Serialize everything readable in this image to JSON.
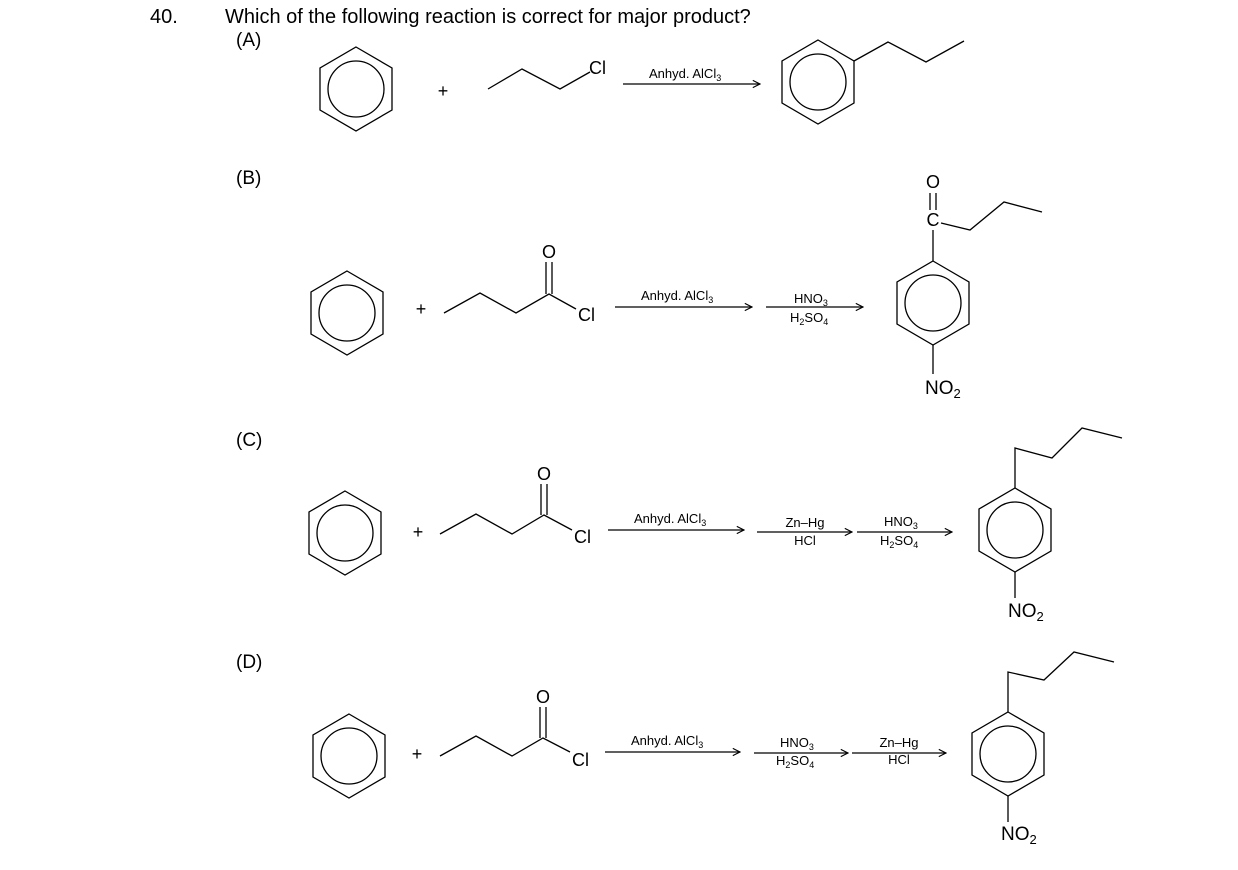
{
  "question": {
    "number": "40.",
    "text": "Which of the following reaction is correct for major product?"
  },
  "options": {
    "a": "(A)",
    "b": "(B)",
    "c": "(C)",
    "d": "(D)"
  },
  "chem": {
    "plus": "+",
    "cl": "Cl",
    "o": "O",
    "c": "C",
    "reagent_alcl3": "Anhyd. AlCl",
    "sub_3": "3",
    "hno": "HNO",
    "h": "H",
    "sub_2": "2",
    "so": "SO",
    "sub_4": "4",
    "znhg": "Zn–Hg",
    "hcl": "HCl",
    "no": "NO"
  }
}
